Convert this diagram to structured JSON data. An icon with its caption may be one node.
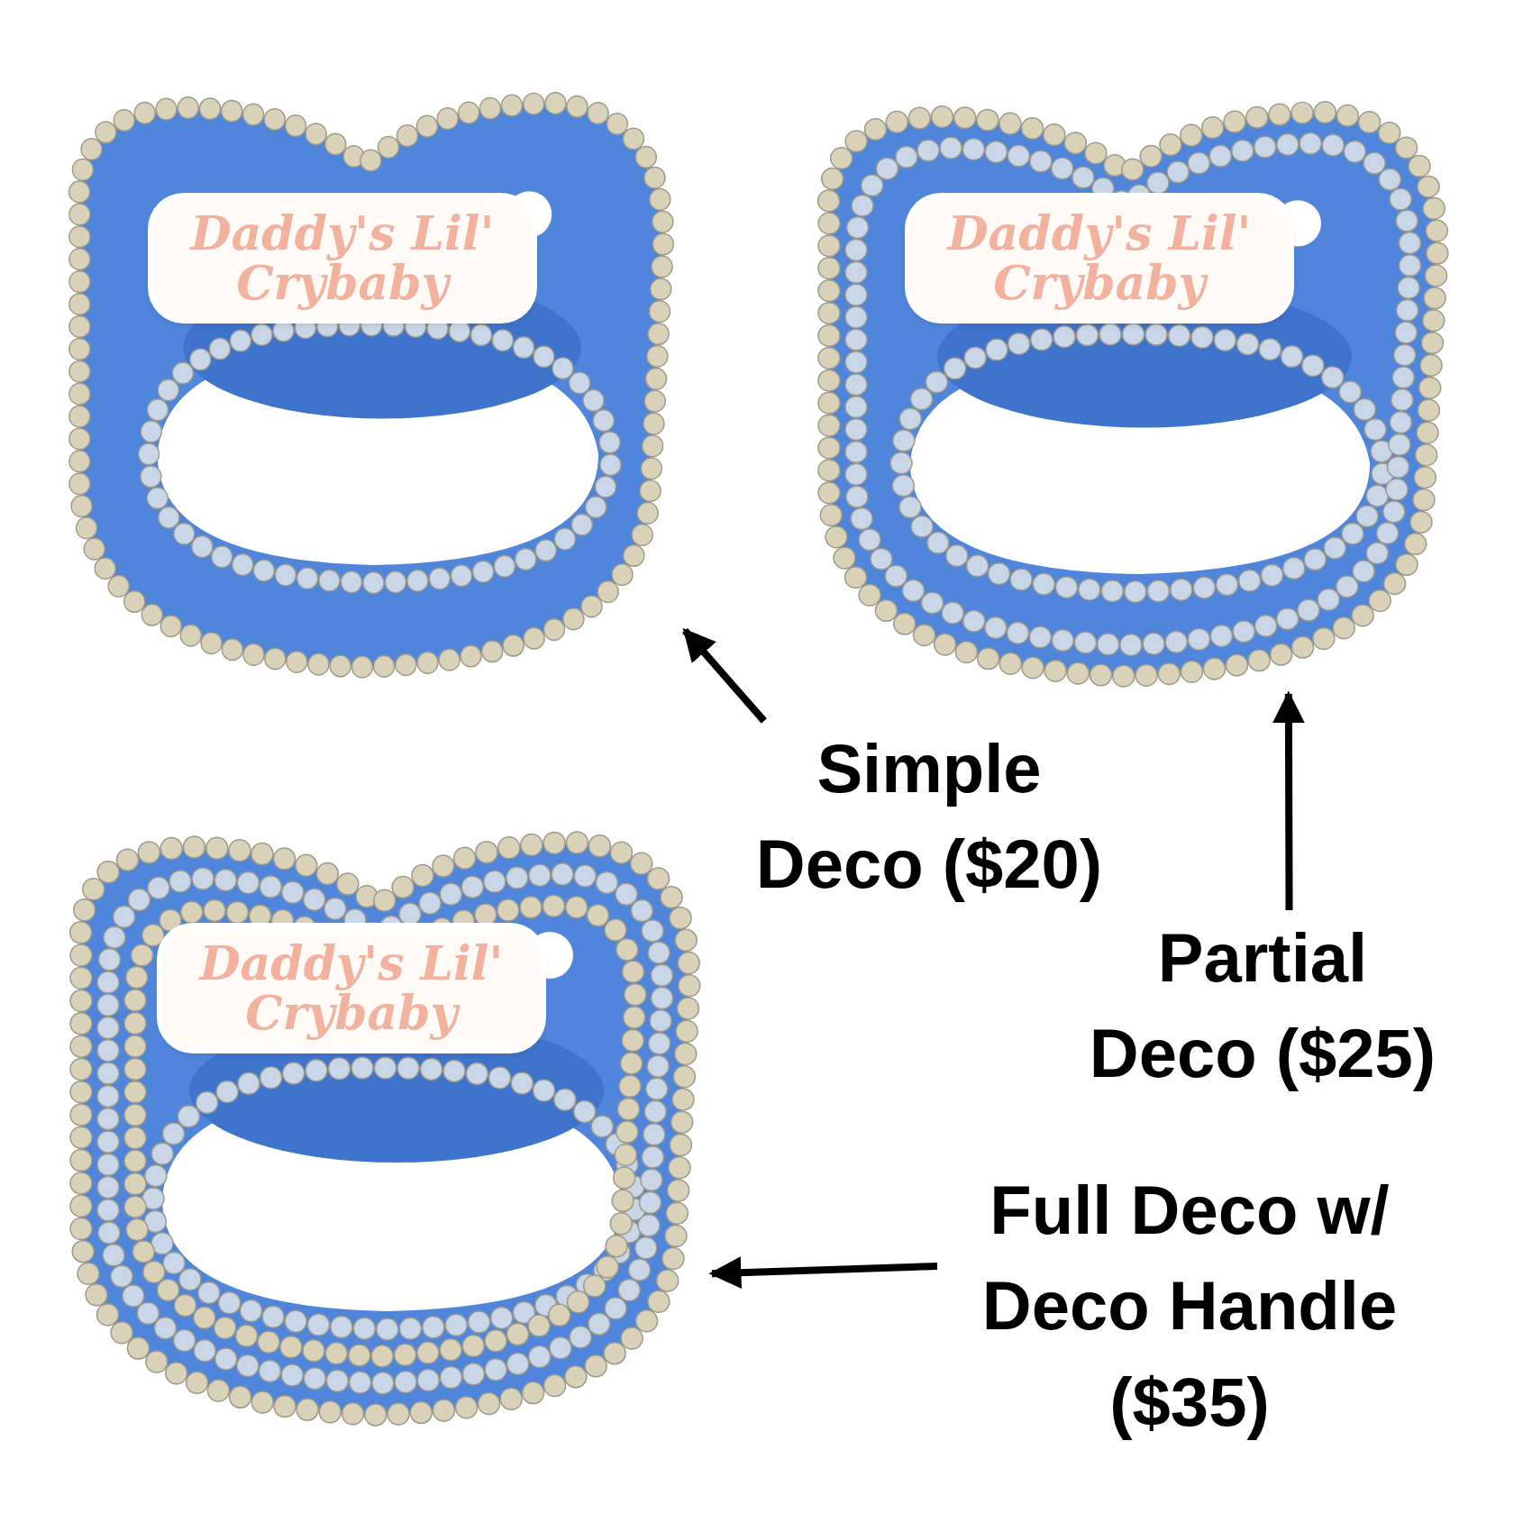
{
  "diagram": {
    "nodes": [
      {
        "text": [],
        "shape": "picture"
      },
      {
        "text": [
          "Daddy's Lil' Crybaby"
        ],
        "in": 0
      },
      {
        "text": [],
        "shape": "picture"
      },
      {
        "text": [
          "Daddy's Lil' Crybaby"
        ],
        "in": 2
      },
      {
        "text": [
          "Simple Deco ($20)"
        ]
      },
      {
        "text": [],
        "shape": "picture"
      },
      {
        "text": [
          "Daddy's Lil' Crybaby"
        ],
        "in": 5
      },
      {
        "text": [
          "Partial Deco ($25)"
        ]
      },
      {
        "text": [
          "Full Deco w/ Deco Handle ($35)"
        ]
      }
    ],
    "edges": [
      {
        "from": 4,
        "to": 0,
        "arrow": "to"
      },
      {
        "from": 7,
        "to": 2,
        "arrow": "to"
      },
      {
        "from": 8,
        "to": 5,
        "arrow": "to"
      }
    ]
  }
}
